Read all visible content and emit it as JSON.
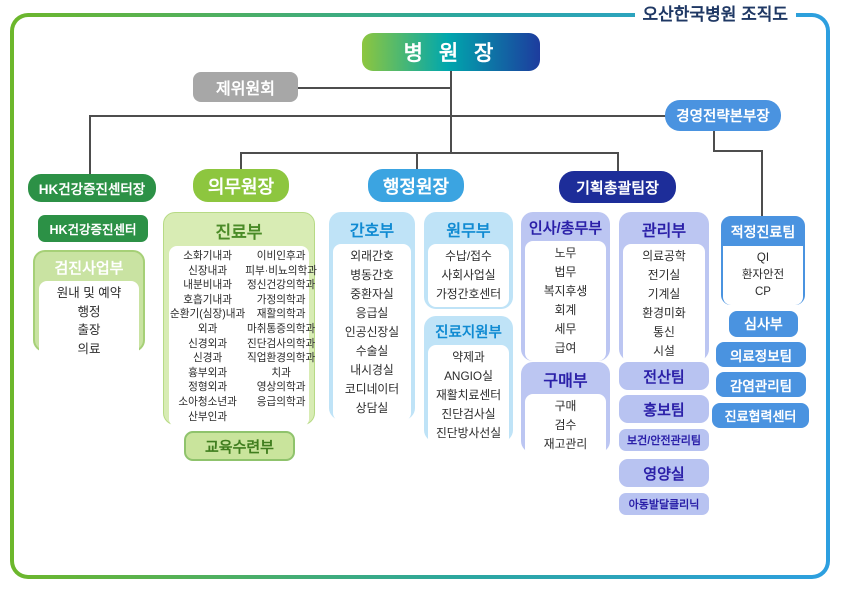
{
  "title": "오산한국병원 조직도",
  "palette": {
    "frame_gradient": [
      "#6db72b",
      "#2ba79f",
      "#2d9fe0"
    ],
    "root_gradient": [
      "#8dc63f",
      "#00a7ad",
      "#1d3c9e"
    ],
    "dark_green": "#2c9146",
    "lime_green": "#8dc63f",
    "sky_blue": "#3ba4e1",
    "navy": "#1d2d99",
    "medium_blue": "#4a93e0",
    "periwinkle": "#b8c3f1",
    "gray": "#a7a7a7"
  },
  "root": {
    "label": "병 원 장"
  },
  "committee": {
    "label": "제위원회"
  },
  "strategy_head": {
    "label": "경영전략본부장"
  },
  "heads": {
    "hk_center_head": "HK건강증진센터장",
    "medical_director": "의무원장",
    "admin_director": "행정원장",
    "planning_team_head": "기획총괄팀장"
  },
  "hk_column": {
    "hk_center": "HK건강증진센터",
    "checkup_dept": {
      "title": "검진사업부",
      "items": [
        "원내 및 예약",
        "행정",
        "출장",
        "의료"
      ]
    }
  },
  "medical_column": {
    "care_dept": {
      "title": "진료부",
      "col1": [
        "소화기내과",
        "신장내과",
        "내분비내과",
        "호흡기내과",
        "순환기(심장)내과",
        "외과",
        "신경외과",
        "신경과",
        "흉부외과",
        "정형외과",
        "소아청소년과",
        "산부인과"
      ],
      "col2": [
        "이비인후과",
        "피부·비뇨의학과",
        "정신건강의학과",
        "가정의학과",
        "재활의학과",
        "마취통증의학과",
        "진단검사의학과",
        "직업환경의학과",
        "치과",
        "영상의학과",
        "응급의학과"
      ]
    },
    "education_dept": "교육수련부"
  },
  "admin_column": {
    "nursing_dept": {
      "title": "간호부",
      "items": [
        "외래간호",
        "병동간호",
        "중환자실",
        "응급실",
        "인공신장실",
        "수술실",
        "내시경실",
        "코디네이터",
        "상담실"
      ]
    },
    "affairs_dept": {
      "title": "원무부",
      "items": [
        "수납/접수",
        "사회사업실",
        "가정간호센터"
      ]
    },
    "support_dept": {
      "title": "진료지원부",
      "items": [
        "약제과",
        "ANGIO실",
        "재활치료센터",
        "진단검사실",
        "진단방사선실"
      ]
    }
  },
  "planning_column": {
    "hr_dept": {
      "title": "인사/총무부",
      "items": [
        "노무",
        "법무",
        "복지후생",
        "회계",
        "세무",
        "급여"
      ]
    },
    "management_dept": {
      "title": "관리부",
      "items": [
        "의료공학",
        "전기실",
        "기계실",
        "환경미화",
        "통신",
        "시설"
      ]
    },
    "purchasing_dept": {
      "title": "구매부",
      "items": [
        "구매",
        "검수",
        "재고관리"
      ]
    },
    "teams": [
      "전산팀",
      "홍보팀",
      "보건/안전관리팀",
      "영양실",
      "아동발달클리닉"
    ]
  },
  "strategy_column": {
    "optimal_care_team": {
      "title": "적정진료팀",
      "items": [
        "QI",
        "환자안전",
        "CP"
      ]
    },
    "units": [
      "심사부",
      "의료정보팀",
      "감염관리팀",
      "진료협력센터"
    ]
  }
}
